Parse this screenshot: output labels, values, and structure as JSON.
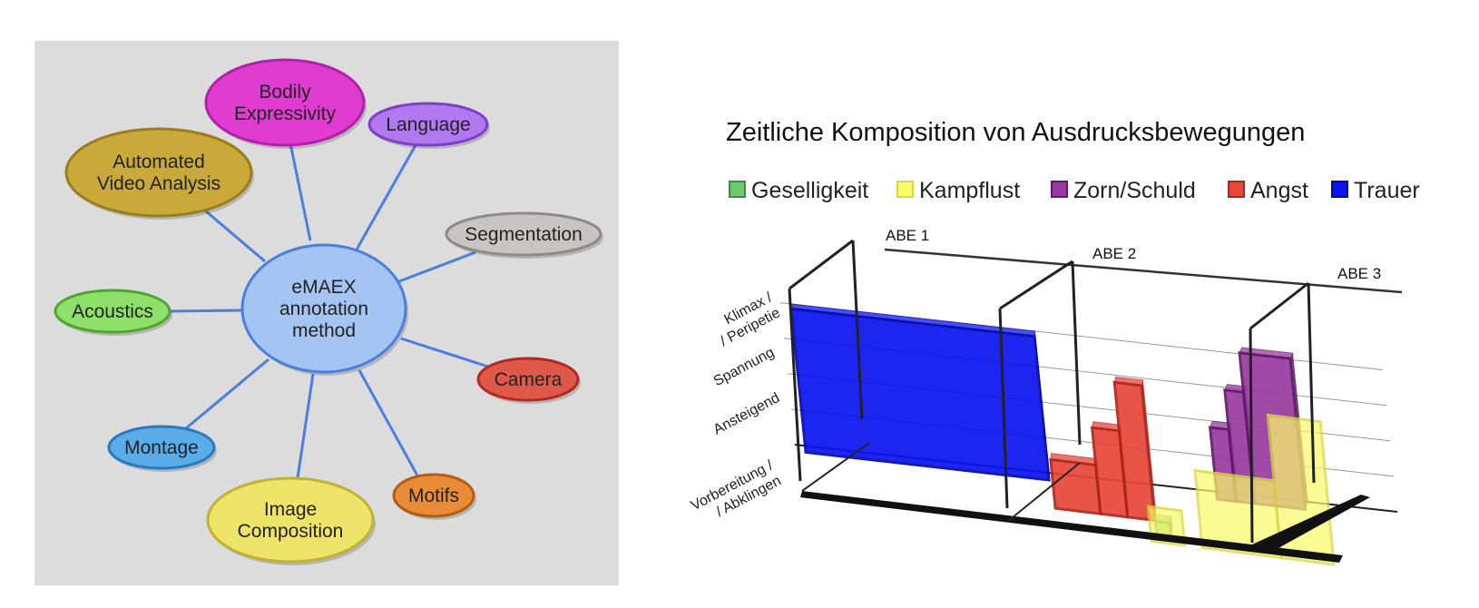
{
  "mindmap": {
    "background": "#dcdcdc",
    "edge_color": "#4a7fe0",
    "center": {
      "lines": [
        "eMAEX",
        "annotation",
        "method"
      ],
      "fill": "#a4c4f4",
      "stroke": "#4a7fe0"
    },
    "nodes": [
      {
        "id": "bodily-expressivity",
        "lines": [
          "Bodily",
          "Expressivity"
        ],
        "fill": "#e03cd0",
        "stroke": "#b020a8"
      },
      {
        "id": "language",
        "lines": [
          "Language"
        ],
        "fill": "#b278f0",
        "stroke": "#7b3fc8"
      },
      {
        "id": "automated-video-analysis",
        "lines": [
          "Automated",
          "Video Analysis"
        ],
        "fill": "#c9a93a",
        "stroke": "#9a7d1c"
      },
      {
        "id": "segmentation",
        "lines": [
          "Segmentation"
        ],
        "fill": "#c8c4c4",
        "stroke": "#8e8a8a"
      },
      {
        "id": "acoustics",
        "lines": [
          "Acoustics"
        ],
        "fill": "#8ee06a",
        "stroke": "#4ea630"
      },
      {
        "id": "camera",
        "lines": [
          "Camera"
        ],
        "fill": "#e0584a",
        "stroke": "#b02a22"
      },
      {
        "id": "montage",
        "lines": [
          "Montage"
        ],
        "fill": "#5aace8",
        "stroke": "#2a78c0"
      },
      {
        "id": "motifs",
        "lines": [
          "Motifs"
        ],
        "fill": "#e88c38",
        "stroke": "#b45c14"
      },
      {
        "id": "image-composition",
        "lines": [
          "Image",
          "Composition"
        ],
        "fill": "#eee46a",
        "stroke": "#c0b232"
      }
    ]
  },
  "chart_data": {
    "type": "area",
    "title": "Zeitliche Komposition von Ausdrucksbewegungen",
    "legend": [
      {
        "name": "Geselligkeit",
        "color": "#6ec870",
        "border": "#3a9040"
      },
      {
        "name": "Kampflust",
        "color": "#fafa6a",
        "border": "#d8d840"
      },
      {
        "name": "Zorn/Schuld",
        "color": "#9a3aa0",
        "border": "#601a68"
      },
      {
        "name": "Angst",
        "color": "#e8463a",
        "border": "#b02418"
      },
      {
        "name": "Trauer",
        "color": "#0a14f0",
        "border": "#0008b0"
      }
    ],
    "legend_position": "top",
    "categories": [
      "ABE 1",
      "ABE 2",
      "ABE 3"
    ],
    "levels": [
      "Vorbereitung / Abklingen",
      "Ansteigend",
      "Spannung",
      "Klimax / Peripetie"
    ],
    "ylim": [
      0,
      4
    ],
    "grid": true,
    "view": "3d",
    "series": [
      {
        "name": "Trauer",
        "values": [
          4,
          4,
          0
        ],
        "blocks": [
          {
            "x0": 0.05,
            "x1": 1.35,
            "y0": 0,
            "y1": 4,
            "z": 2
          }
        ]
      },
      {
        "name": "Angst",
        "blocks": [
          {
            "x0": 1.4,
            "x1": 1.65,
            "y0": 0,
            "y1": 1.3,
            "z": 1
          },
          {
            "x0": 1.65,
            "x1": 1.8,
            "y0": 0,
            "y1": 2.3,
            "z": 1
          },
          {
            "x0": 1.8,
            "x1": 1.95,
            "y0": 0,
            "y1": 3.6,
            "z": 1
          }
        ]
      },
      {
        "name": "Zorn/Schuld",
        "blocks": [
          {
            "x0": 2.25,
            "x1": 2.35,
            "y0": 0,
            "y1": 2.0,
            "z": 2
          },
          {
            "x0": 2.35,
            "x1": 2.45,
            "y0": 0,
            "y1": 3.1,
            "z": 2
          },
          {
            "x0": 2.45,
            "x1": 2.72,
            "y0": 0,
            "y1": 4.2,
            "z": 2
          }
        ]
      },
      {
        "name": "Geselligkeit",
        "blocks": [
          {
            "x0": 1.98,
            "x1": 2.06,
            "y0": 0,
            "y1": 0.35,
            "z": 0.5
          }
        ]
      },
      {
        "name": "Kampflust",
        "blocks": [
          {
            "x0": 1.96,
            "x1": 2.15,
            "y0": 0,
            "y1": 0.9,
            "z": 0
          },
          {
            "x0": 2.25,
            "x1": 2.7,
            "y0": 0,
            "y1": 2.0,
            "z": 0
          },
          {
            "x0": 2.7,
            "x1": 3.0,
            "y0": 0,
            "y1": 3.7,
            "z": 0
          }
        ]
      }
    ]
  }
}
